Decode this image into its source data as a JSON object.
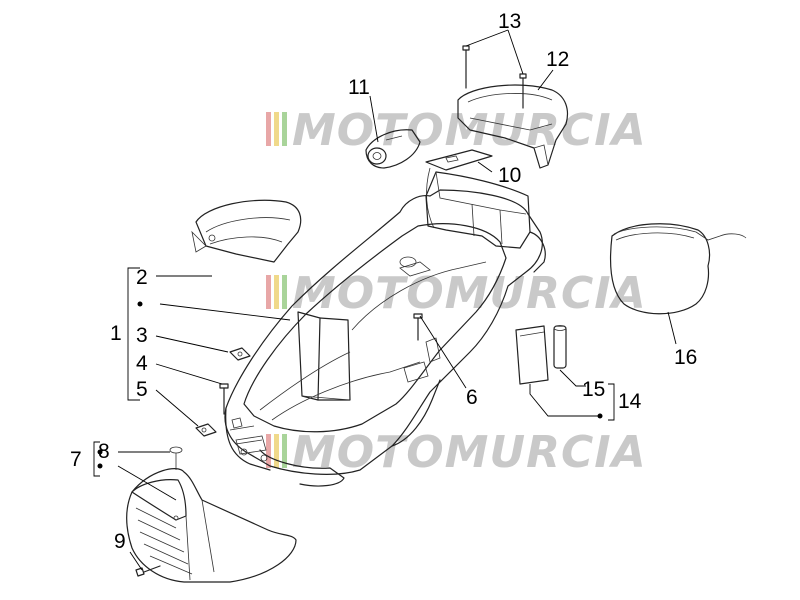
{
  "watermark": {
    "text": "MOTOMURCIA",
    "stripe_colors": [
      "#e8a7a7",
      "#f0d98a",
      "#a9d49a",
      "#c9c9c9"
    ]
  },
  "callouts": {
    "c1": "1",
    "c2": "2",
    "c3": "3",
    "c4": "4",
    "c5": "5",
    "c6": "6",
    "c7": "7",
    "c8": "8",
    "c9": "9",
    "c10": "10",
    "c11": "11",
    "c12": "12",
    "c13": "13",
    "c14": "14",
    "c15": "15",
    "c16": "16"
  },
  "colors": {
    "line": "#222222",
    "callout": "#000000",
    "watermark": "#c9c9c9"
  }
}
